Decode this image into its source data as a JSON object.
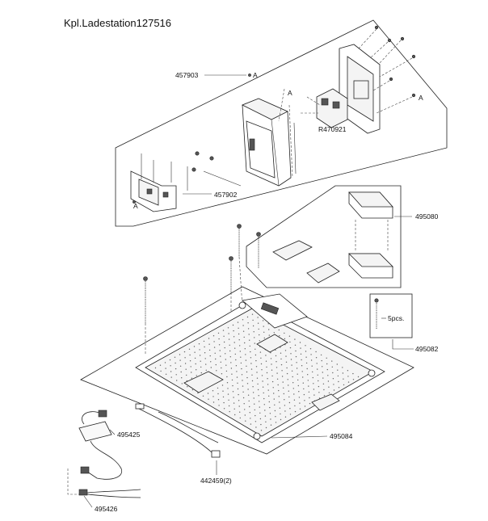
{
  "title": "Kpl.Ladestation127516",
  "labels": {
    "p457903": "457903",
    "pA1": "A",
    "pA2": "A",
    "pA3": "A",
    "pA4": "A",
    "pR470921": "R470921",
    "p457902": "457902",
    "p495080": "495080",
    "p5pcs": "5pcs.",
    "p495082": "495082",
    "p495425": "495425",
    "p495084": "495084",
    "p442459": "442459(2)",
    "p495426": "495426"
  }
}
